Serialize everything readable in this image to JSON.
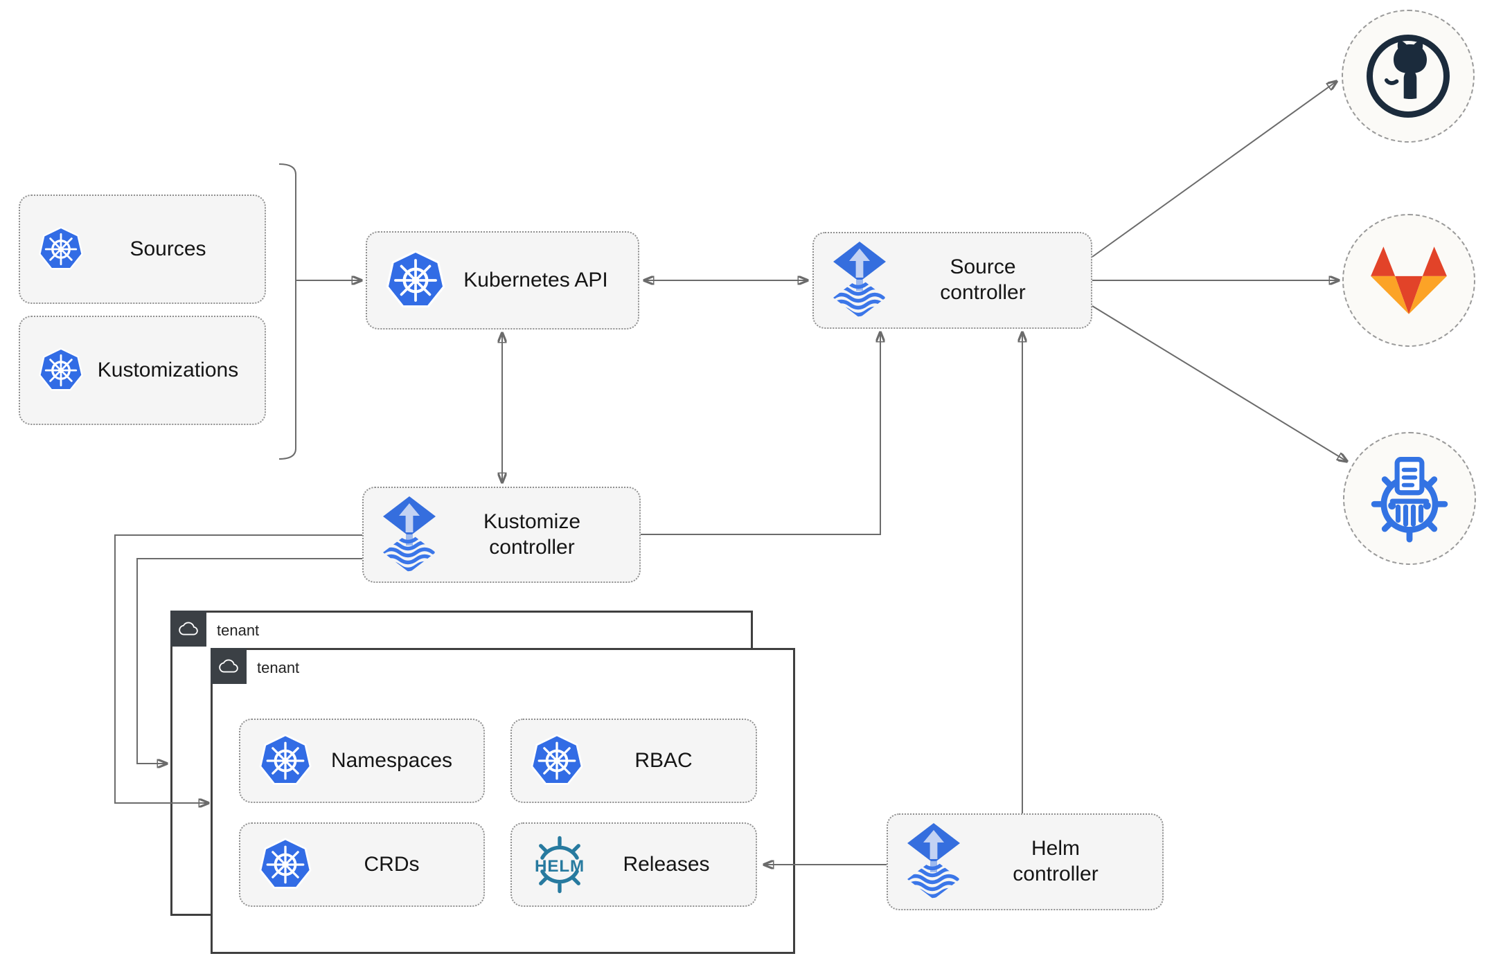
{
  "nodes": {
    "sources": {
      "label": "Sources",
      "icon": "kubernetes-icon"
    },
    "kustomizations": {
      "label": "Kustomizations",
      "icon": "kubernetes-icon"
    },
    "kubernetes_api": {
      "label": "Kubernetes API",
      "icon": "kubernetes-icon"
    },
    "source_controller": {
      "label": "Source controller",
      "icon": "flux-icon"
    },
    "kustomize_controller": {
      "label": "Kustomize controller",
      "icon": "flux-icon"
    },
    "helm_controller": {
      "label": "Helm controller",
      "icon": "flux-icon"
    },
    "namespaces": {
      "label": "Namespaces",
      "icon": "kubernetes-icon"
    },
    "rbac": {
      "label": "RBAC",
      "icon": "kubernetes-icon"
    },
    "crds": {
      "label": "CRDs",
      "icon": "kubernetes-icon"
    },
    "releases": {
      "label": "Releases",
      "icon": "helm-icon",
      "icon_text": "HELM"
    }
  },
  "tenants": {
    "outer": {
      "label": "tenant"
    },
    "inner": {
      "label": "tenant"
    }
  },
  "external_targets": {
    "github": {
      "icon": "github-icon"
    },
    "gitlab": {
      "icon": "gitlab-icon"
    },
    "chart_repository": {
      "icon": "chartmuseum-icon"
    }
  },
  "colors": {
    "kubernetes_blue": "#326ce5",
    "flux_blue": "#356ede",
    "flux_light_blue": "#c3d2f3",
    "helm_teal": "#277a9f",
    "github_dark": "#1b2b3c",
    "gitlab_red": "#e24329",
    "gitlab_orange": "#fca326",
    "chartmuseum_blue": "#3373e3",
    "line_gray": "#6b6b6b",
    "node_background": "#f5f5f5",
    "tenant_badge_background": "#3b4045"
  }
}
